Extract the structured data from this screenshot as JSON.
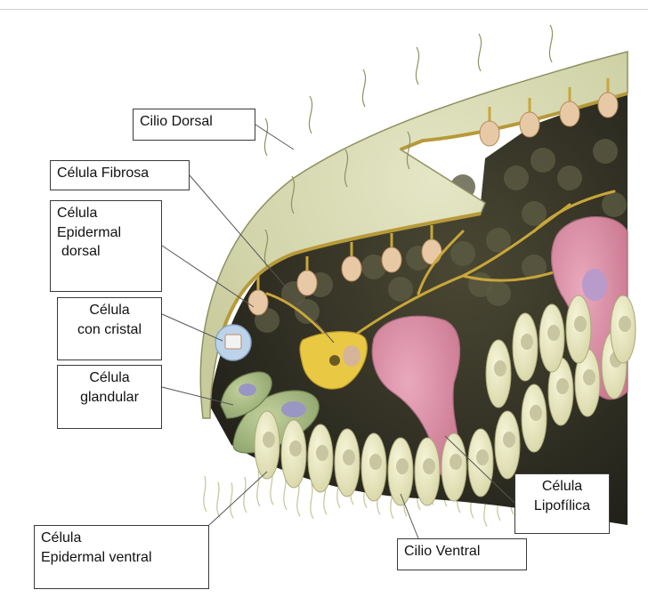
{
  "labels": {
    "cilio_dorsal": "Cilio Dorsal",
    "celula_fibrosa": "Célula Fibrosa",
    "celula_epidermal_dorsal": [
      "Célula",
      "Epidermal",
      "dorsal"
    ],
    "celula_con_cristal": [
      "Célula",
      "con cristal"
    ],
    "celula_glandular": [
      "Célula",
      "glandular"
    ],
    "celula_lipofilica": [
      "Célula",
      "Lipofílica"
    ],
    "cilio_ventral": "Cilio Ventral",
    "celula_epidermal_ventral": [
      "Célula",
      "Epidermal ventral"
    ]
  },
  "colors": {
    "dorsal_surface": "#d9dcb6",
    "interior": "#2f2e1f",
    "ventral_cell": "#ecebc6",
    "fiber_cell": "#e9c944",
    "lipophilic_cell": "#e49ab0",
    "glandular_cell": "#b2c38d",
    "crystal_cell": "#bcd3ea",
    "leader_line": "#555555"
  }
}
